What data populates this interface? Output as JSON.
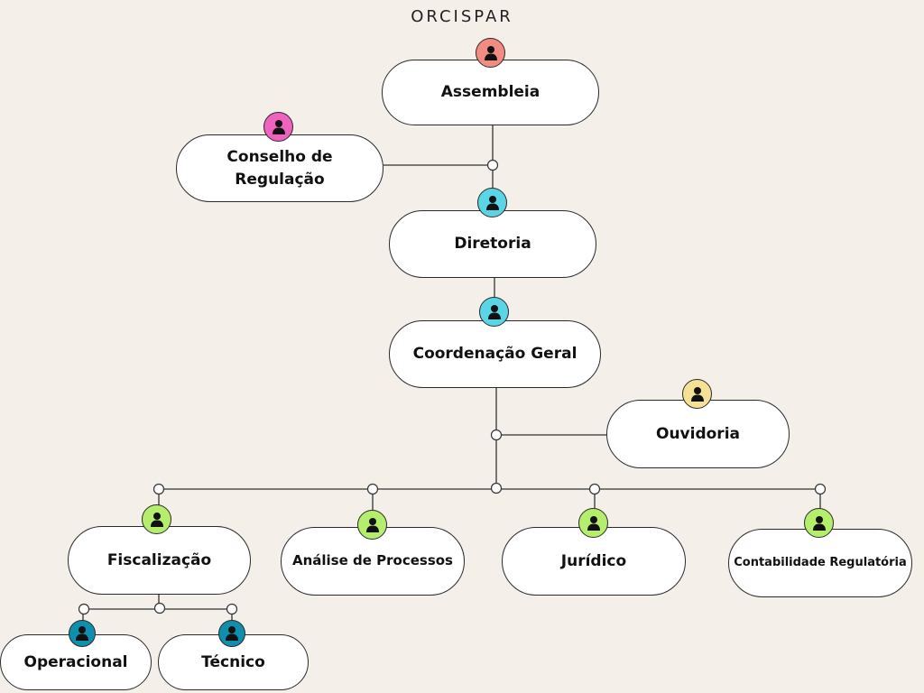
{
  "title": "ORCISPAR",
  "colors": {
    "background": "#f4efe9",
    "assembleia_avatar": "#f28b82",
    "conselho_avatar": "#f062c0",
    "direction_avatar": "#5ad5e6",
    "ouvidoria_avatar": "#f5e195",
    "department_avatar": "#b4ee6c",
    "team_avatar": "#0f8fae"
  },
  "nodes": {
    "assembleia": "Assembleia",
    "conselho_line1": "Conselho de",
    "conselho_line2": "Regulação",
    "diretoria": "Diretoria",
    "coordenacao": "Coordenação Geral",
    "ouvidoria": "Ouvidoria",
    "fiscalizacao": "Fiscalização",
    "analise": "Análise de Processos",
    "juridico": "Jurídico",
    "contabilidade": "Contabilidade Regulatória",
    "operacional": "Operacional",
    "tecnico": "Técnico"
  },
  "icons": {
    "avatar": "person-icon"
  }
}
